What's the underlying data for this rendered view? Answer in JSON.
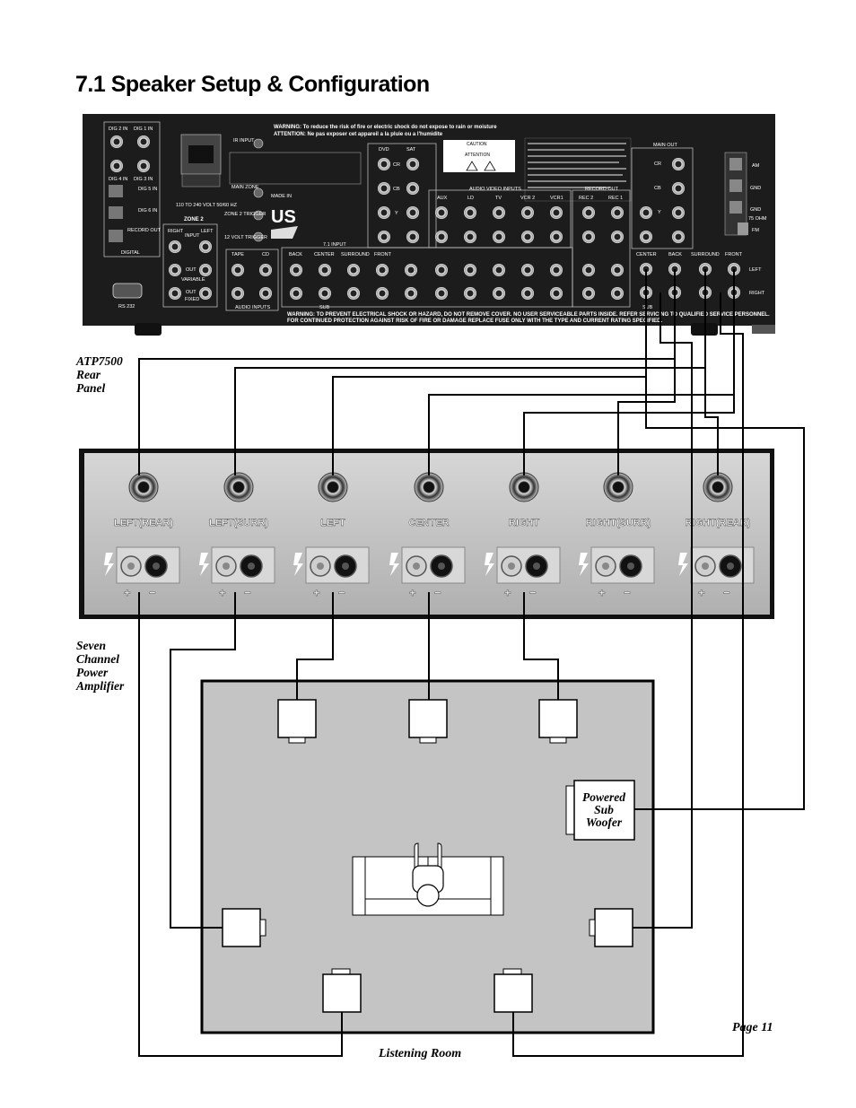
{
  "title": "7.1 Speaker Setup & Configuration",
  "captions": {
    "rear_panel": [
      "ATP7500",
      "Rear",
      "Panel"
    ],
    "amplifier": [
      "Seven",
      "Channel",
      "Power",
      "Amplifier"
    ],
    "subwoofer": [
      "Powered",
      "Sub",
      "Woofer"
    ],
    "room": "Listening Room",
    "page": "Page 11"
  },
  "rear_panel": {
    "warning_top": "WARNING: To reduce the risk of fire or electric shock do not expose to rain or moisture",
    "attention_top": "ATTENTION: Ne pas exposer cet appareil a la pluie ou a l'humidite",
    "warning_bottom": "WARNING: TO PREVENT ELECTRICAL SHOCK OR HAZARD, DO NOT REMOVE COVER. NO USER SERVICEABLE PARTS INSIDE. REFER SERVICING TO QUALIFIED SERVICE PERSONNEL.",
    "warning_bottom2": "FOR CONTINUED PROTECTION AGAINST RISK OF FIRE OR DAMAGE REPLACE FUSE ONLY WITH THE TYPE AND CURRENT RATING SPECIFIED.",
    "labels": {
      "dig2": "DIG 2 IN",
      "dig1": "DIG 1 IN",
      "dig4": "DIG 4 IN",
      "dig3": "DIG 3 IN",
      "dig5": "DIG 5 IN",
      "dig6": "DIG 6 IN",
      "record": "RECORD OUT",
      "digital": "DIGITAL",
      "voltage": "110 TO 240 VOLT 50/60 HZ",
      "zone2": "ZONE 2",
      "ir": "IR INPUT",
      "main_zone": "MAIN ZONE",
      "zone2_trigger": "ZONE 2 TRIGGER",
      "trigger12": "12 VOLT TRIGGER",
      "made_in": "MADE IN",
      "us": "US",
      "right": "RIGHT",
      "input": "INPUT",
      "left": "LEFT",
      "out": "OUT",
      "variable": "VARIABLE",
      "fixed": "FIXED",
      "rs232": "RS 232",
      "tape": "TAPE",
      "cd": "CD",
      "audio_inputs": "AUDIO INPUTS",
      "dvd": "DVD",
      "sat": "SAT",
      "cr": "CR",
      "cb": "CB",
      "y": "Y",
      "audio_video_inputs": "AUDIO VIDEO INPUTS",
      "aux": "AUX",
      "ld": "LD",
      "tv": "TV",
      "vcr2": "VCR 2",
      "vcr1": "VCR1",
      "record_out": "RECORD OUT",
      "rec2": "REC 2",
      "rec1": "REC 1",
      "input71": "7.1 INPUT",
      "back": "BACK",
      "center": "CENTER",
      "surround": "SURROUND",
      "front": "FRONT",
      "sub": "SUB",
      "main_out": "MAIN OUT",
      "left_out": "LEFT",
      "right_out": "RIGHT",
      "am": "AM",
      "gnd": "GND",
      "ohm75": "75 OHM",
      "fm": "FM",
      "caution": "CAUTION",
      "attention": "ATTENTION"
    }
  },
  "amplifier": {
    "channels": [
      "LEFT(REAR)",
      "LEFT(SURR)",
      "LEFT",
      "CENTER",
      "RIGHT",
      "RIGHT(SURR)",
      "RIGHT(REAR)"
    ],
    "plus": "+",
    "minus": "−"
  },
  "colors": {
    "chassis": "#1c1c1c",
    "amp_panel": "#bdbdbd",
    "room_fill": "#c4c4c4",
    "wire": "#000000",
    "paper": "#ffffff"
  }
}
